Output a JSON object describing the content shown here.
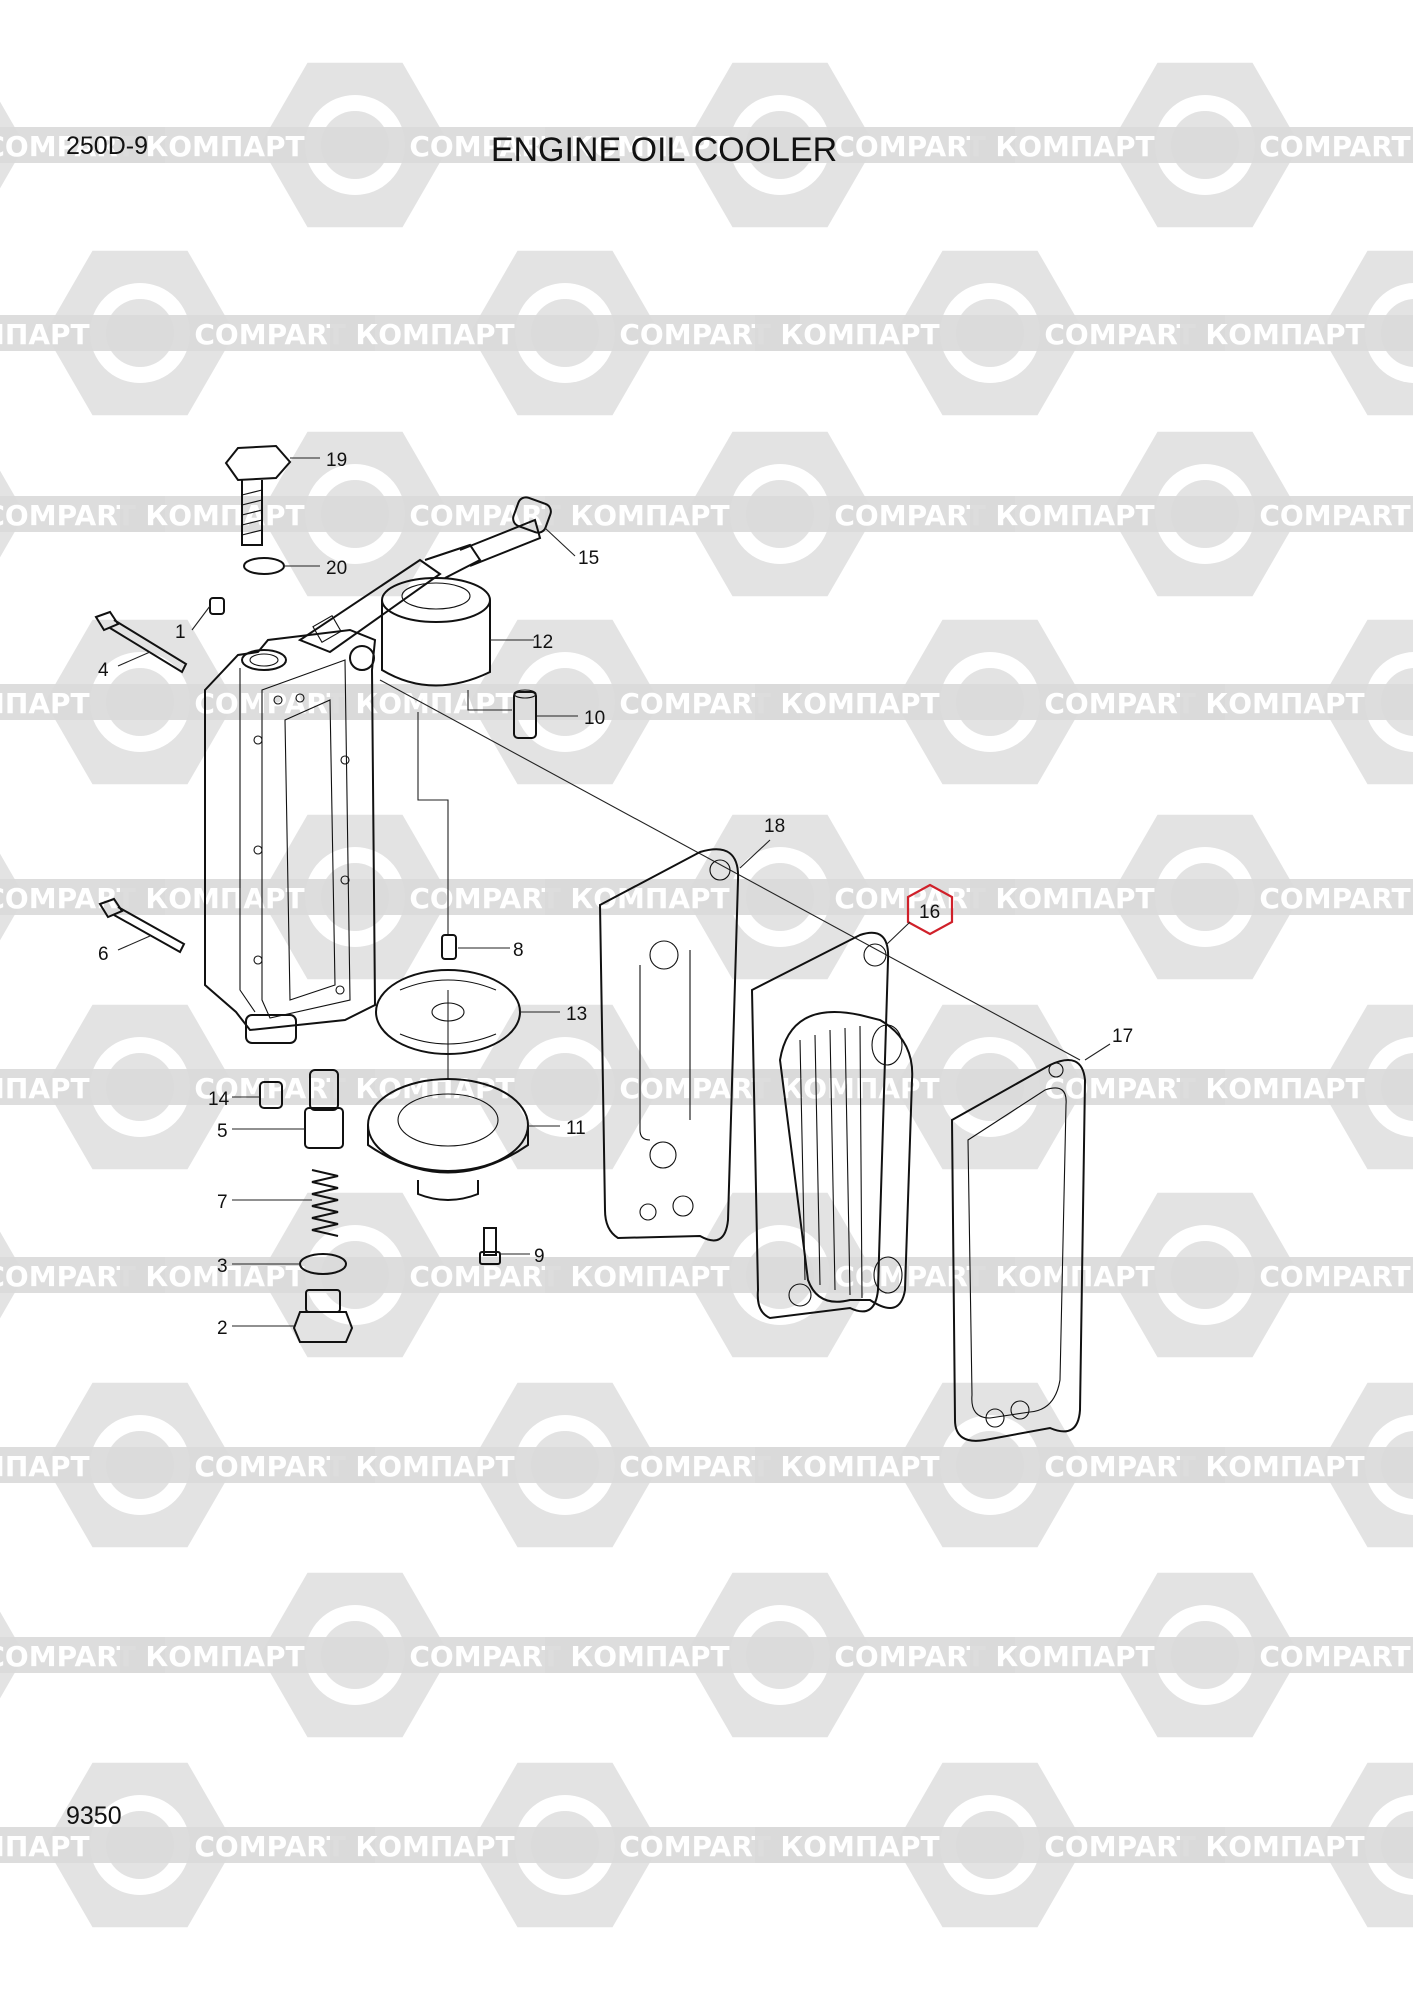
{
  "header": {
    "model": "250D-9",
    "title": "ENGINE OIL COOLER"
  },
  "footer": {
    "page_number": "9350"
  },
  "watermark": {
    "text_latin": "COMPART",
    "text_cyrillic": "КОМПАРТ",
    "color": "#d9d9d9"
  },
  "highlight": {
    "part": "16",
    "color": "#d0202a"
  },
  "callouts": [
    "1",
    "2",
    "3",
    "4",
    "5",
    "6",
    "7",
    "8",
    "9",
    "10",
    "11",
    "12",
    "13",
    "14",
    "15",
    "16",
    "17",
    "18",
    "19",
    "20"
  ]
}
